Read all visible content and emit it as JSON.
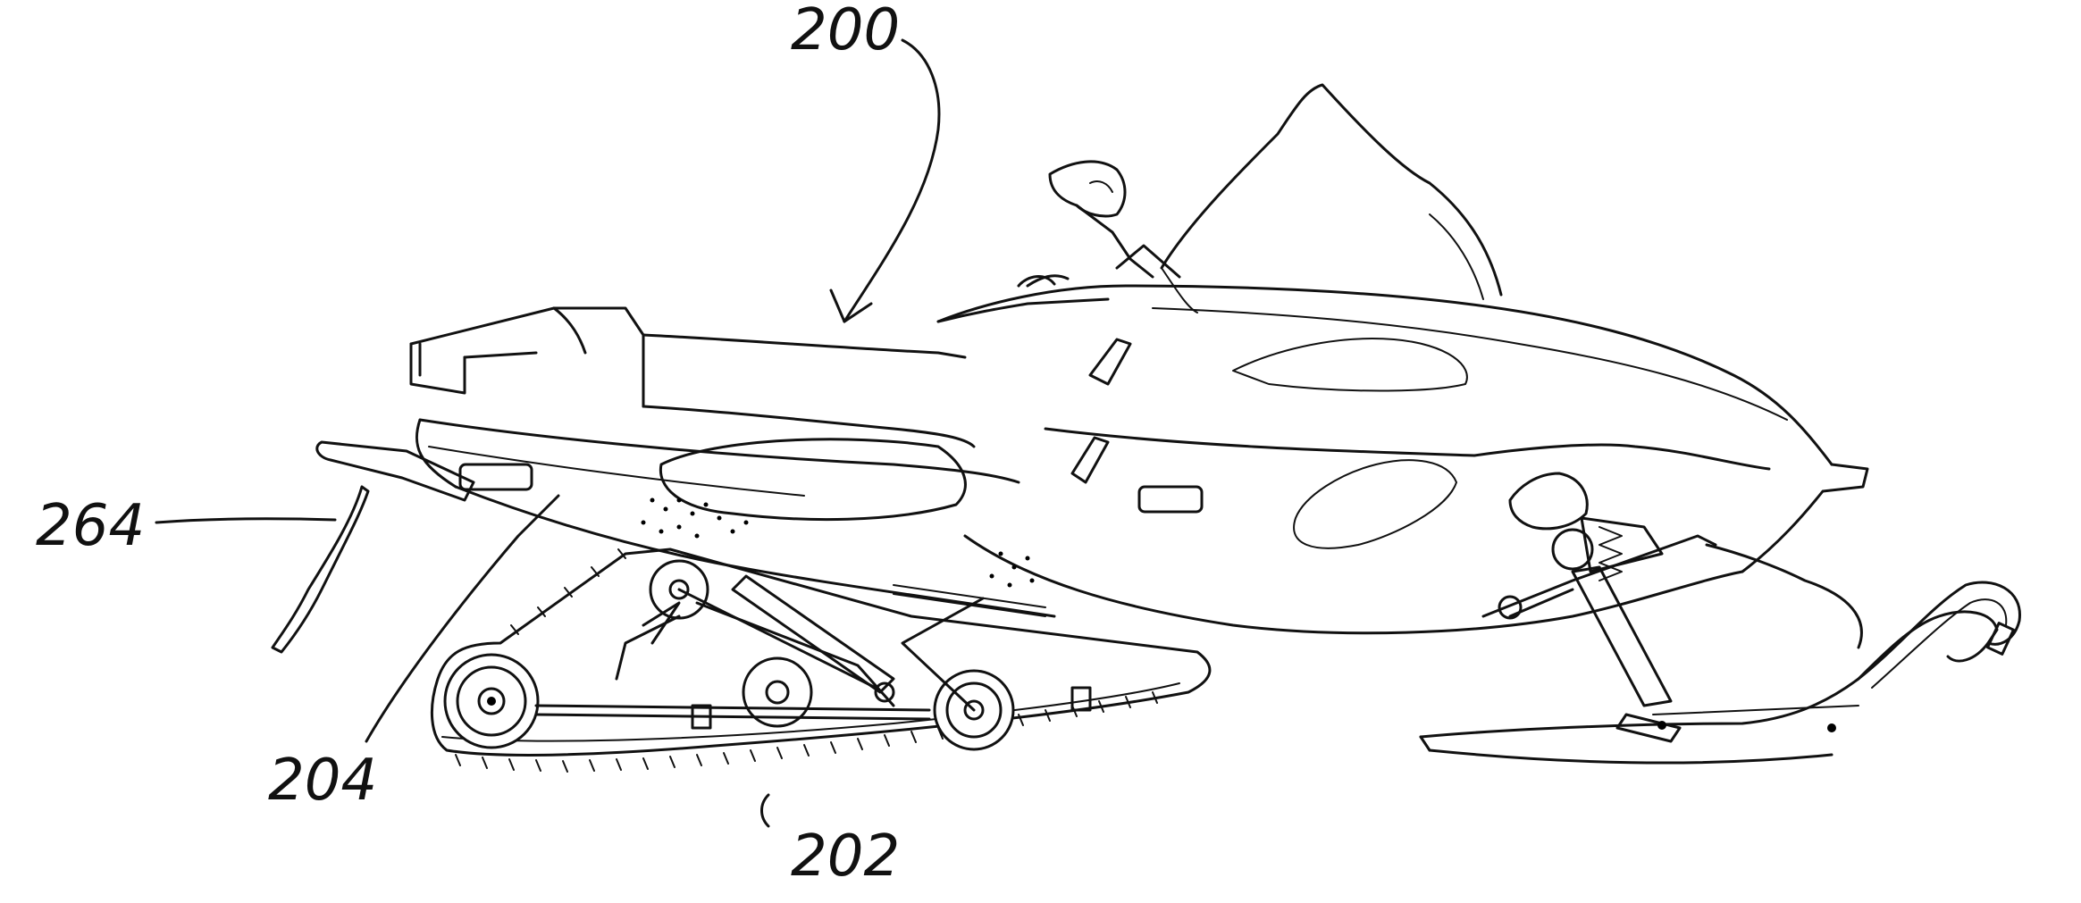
{
  "figure": {
    "reference_numerals": {
      "vehicle": "200",
      "track": "202",
      "tunnel_body": "204",
      "rear_flap": "264"
    }
  }
}
